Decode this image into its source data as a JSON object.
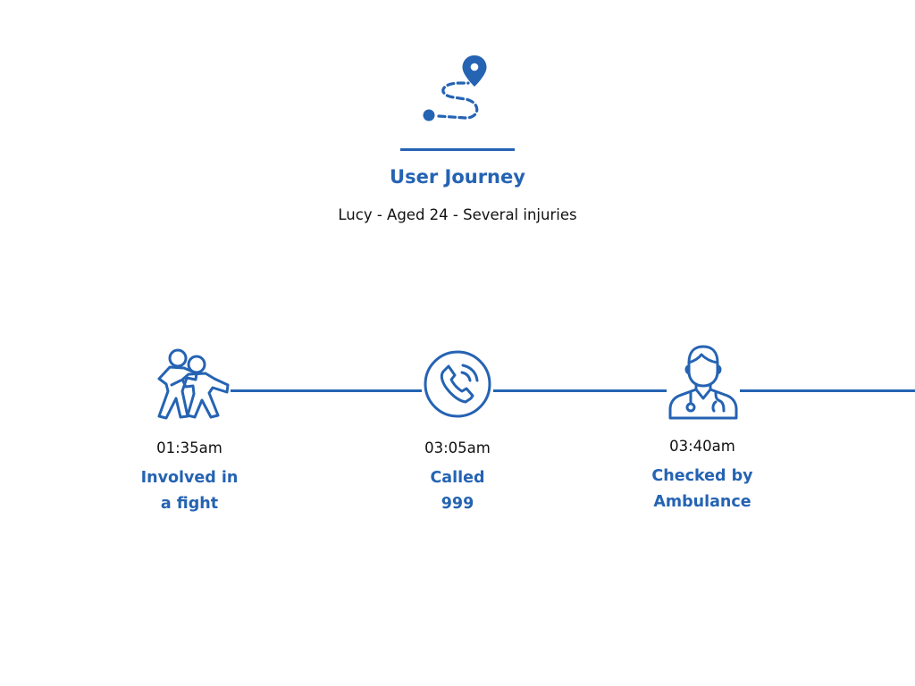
{
  "colors": {
    "accent": "#2563b3",
    "text": "#111111",
    "background": "#ffffff"
  },
  "header": {
    "icon": "map-route-pin-icon",
    "title": "User Journey",
    "subtitle": "Lucy - Aged 24 - Several injuries"
  },
  "timeline": {
    "steps": [
      {
        "icon": "people-fighting-icon",
        "time": "01:35am",
        "label_lines": [
          "Involved in",
          "a fight"
        ]
      },
      {
        "icon": "phone-call-icon",
        "time": "03:05am",
        "label_lines": [
          "Called",
          "999"
        ]
      },
      {
        "icon": "doctor-stethoscope-icon",
        "time": "03:40am",
        "label_lines": [
          "Checked by",
          "Ambulance"
        ]
      }
    ]
  }
}
